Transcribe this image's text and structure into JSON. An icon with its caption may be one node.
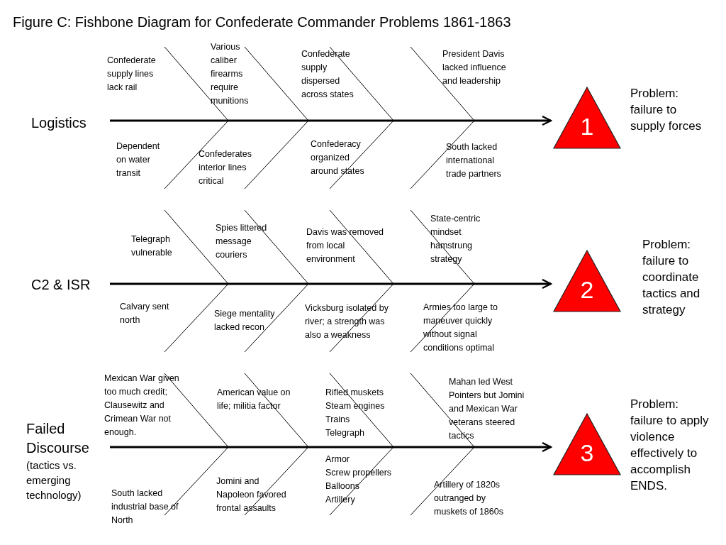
{
  "diagram": {
    "title": "Figure C: Fishbone Diagram for Confederate Commander Problems 1861-1863",
    "nodes": [
      {
        "text": [
          "Logistics"
        ]
      },
      {
        "text": [
          "1"
        ],
        "beside": [
          "Problem: failure to supply forces"
        ]
      },
      {
        "text": [
          "C2 & ISR"
        ]
      },
      {
        "text": [
          "2"
        ],
        "beside": [
          "Problem: failure to coordinate tactics and strategy"
        ]
      },
      {
        "text": [
          "Failed Discourse",
          "(tactics vs. emerging technology)"
        ]
      },
      {
        "text": [
          "3"
        ],
        "beside": [
          "Problem: failure to apply violence effectively to accomplish ENDS."
        ]
      }
    ],
    "edges": [
      {
        "from": 0,
        "to": 1,
        "arrow": "to"
      },
      {
        "from": 2,
        "to": 3,
        "arrow": "to"
      },
      {
        "from": 4,
        "to": 5,
        "arrow": "to"
      }
    ],
    "labels": [
      "Confederate supply lines lack rail",
      "Various caliber firearms require munitions",
      "Confederate supply dispersed across states",
      "President Davis lacked influence and leadership",
      "Dependent on water transit",
      "Confederates interior lines critical",
      "Confederacy organized around states",
      "South lacked international trade partners",
      "Telegraph vulnerable",
      "Spies littered message couriers",
      "Davis was removed from local environment",
      "State-centric mindset hamstrung strategy",
      "Calvary sent north",
      "Siege mentality lacked recon",
      "Vicksburg isolated by river; a strength was also a weakness",
      "Armies too large to maneuver quickly without signal conditions optimal",
      "Mexican War given too much credit; Clausewitz and Crimean War not enough.",
      "American value on life; militia factor",
      "Rifled muskets",
      "Steam engines",
      "Trains",
      "Telegraph",
      "Mahan led West Pointers but Jomini and Mexican War veterans steered tactics",
      "South lacked industrial base of North",
      "Jomini and Napoleon favored frontal assaults",
      "Armor",
      "Screw propellers",
      "Balloons",
      "Artillery",
      "Artillery of 1820s outranged by muskets of 1860s"
    ]
  }
}
